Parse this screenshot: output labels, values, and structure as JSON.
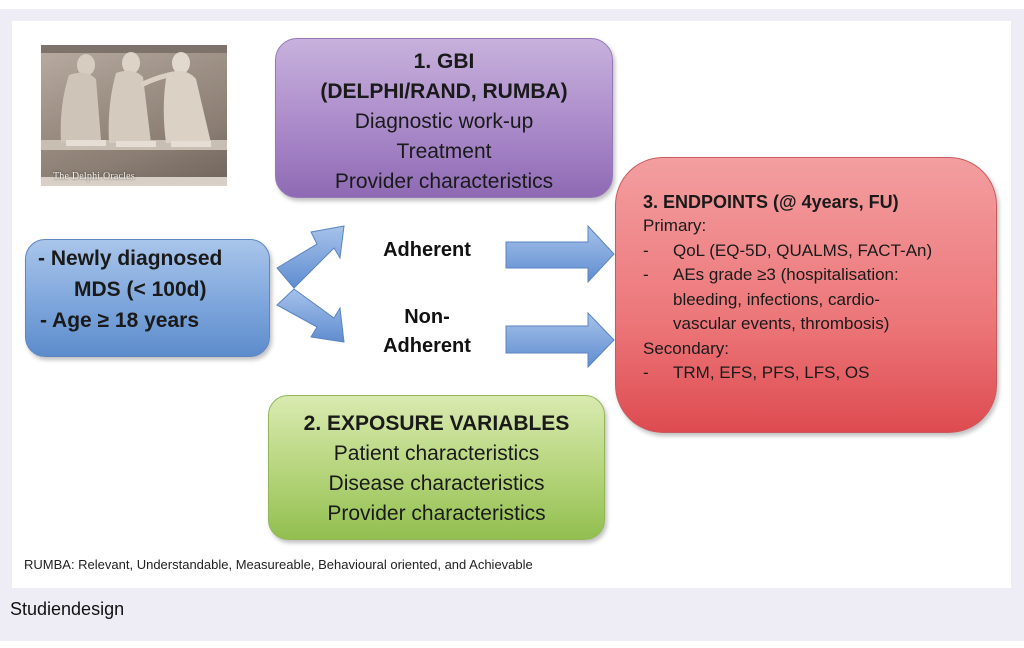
{
  "figure": {
    "caption": "Studiendesign",
    "footnote": "RUMBA: Relevant, Understandable, Measureable, Behavioural oriented, and Achievable",
    "photo": {
      "caption": "The Delphi Oracles",
      "icon": "relief-sculpture-image"
    }
  },
  "boxes": {
    "gbi": {
      "title_lines": [
        "1. GBI",
        "(DELPHI/RAND, RUMBA)"
      ],
      "lines": [
        "Diagnostic work-up",
        "Treatment",
        "Provider characteristics"
      ],
      "color": "#a887c8"
    },
    "population": {
      "lines": [
        "- Newly diagnosed",
        "MDS (< 100d)",
        "- Age ≥ 18 years"
      ],
      "color": "#7ea6dc"
    },
    "exposure": {
      "title": "2. EXPOSURE VARIABLES",
      "lines": [
        "Patient characteristics",
        "Disease characteristics",
        "Provider characteristics"
      ],
      "color": "#b4d47a"
    },
    "endpoints": {
      "title": "3. ENDPOINTS (@ 4years, FU)",
      "primary_label": "Primary:",
      "primary_items": [
        {
          "dash": "-",
          "lines": [
            "QoL (EQ-5D, QUALMS, FACT-An)"
          ]
        },
        {
          "dash": "-",
          "lines": [
            "AEs grade ≥3 (hospitalisation:",
            "bleeding, infections, cardio-",
            "vascular events, thrombosis)"
          ]
        }
      ],
      "secondary_label": "Secondary:",
      "secondary_items": [
        {
          "dash": "-",
          "lines": [
            "TRM, EFS, PFS, LFS, OS"
          ]
        }
      ],
      "color": "#ec7679"
    }
  },
  "groups": {
    "adherent": "Adherent",
    "non_adherent_lines": [
      "Non-",
      "Adherent"
    ]
  },
  "arrow_color": "#6f9ad6"
}
